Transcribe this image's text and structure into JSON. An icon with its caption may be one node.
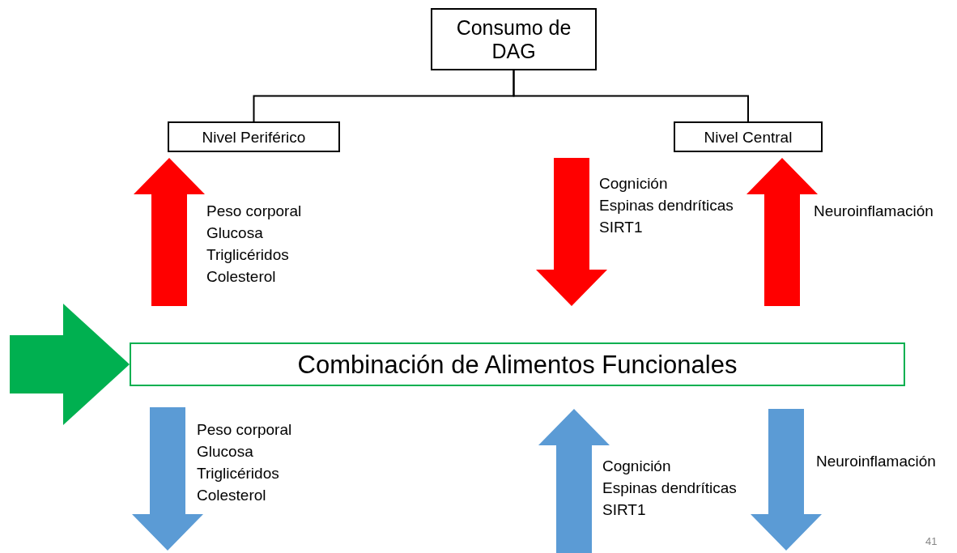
{
  "diagram": {
    "nodes": [
      {
        "text": [
          "Consumo de DAG"
        ]
      },
      {
        "text": [
          "Nivel Periférico"
        ]
      },
      {
        "text": [
          "Nivel Central"
        ]
      },
      {
        "text": [
          "Combinación de Alimentos Funcionales"
        ]
      }
    ],
    "edges": [
      {
        "from": 0,
        "to": 1,
        "arrow": "none"
      },
      {
        "from": 0,
        "to": 2,
        "arrow": "none"
      },
      {
        "from": null,
        "to": 3,
        "arrow": "to",
        "style": "thick",
        "color": "#00b050"
      }
    ],
    "labels": [
      "Peso corporal",
      "Glucosa",
      "Triglicéridos",
      "Colesterol",
      "Cognición",
      "Espinas dendríticas",
      "SIRT1",
      "Neuroinflamación",
      "Peso corporal",
      "Glucosa",
      "Triglicéridos",
      "Colesterol",
      "Cognición",
      "Espinas dendríticas",
      "SIRT1",
      "Neuroinflamación",
      "41"
    ]
  }
}
